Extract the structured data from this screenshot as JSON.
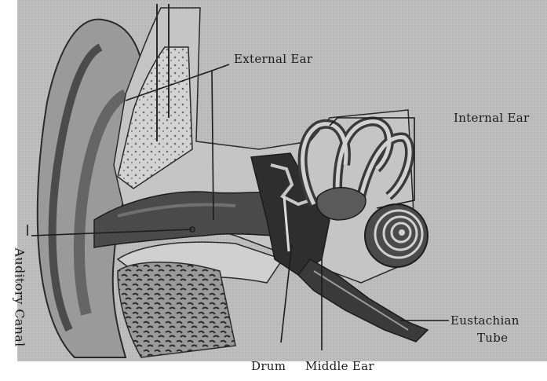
{
  "labels": {
    "external_ear": "External Ear",
    "internal_ear": "Internal Ear",
    "eustachian_line1": "Eustachian",
    "eustachian_line2": "Tube",
    "drum": "Drum",
    "middle_ear": "Middle Ear",
    "auditory_canal": "Auditory Canal"
  },
  "colors": {
    "paper": "#bdbdbd",
    "ink": "#1c1c1c",
    "dark_shade": "#3a3a3a",
    "mid_shade": "#8a8a8a",
    "light": "#d6d6d6"
  }
}
